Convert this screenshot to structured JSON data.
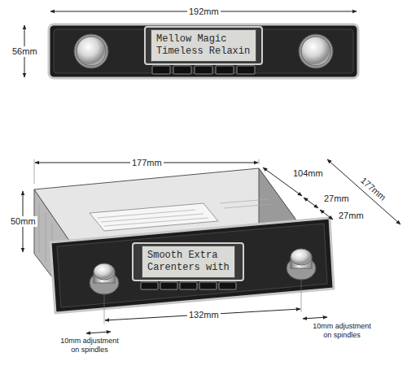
{
  "diagram": {
    "nodes": [
      {
        "text": [
          "Mellow Magic",
          "Timeless Relaxin"
        ]
      },
      {
        "text": [
          "Smooth Extra",
          "Carenters with"
        ]
      }
    ],
    "labels": [
      "192mm",
      "56mm",
      "177mm",
      "104mm",
      "177mm",
      "27mm",
      "27mm",
      "50mm",
      "132mm",
      "10mm adjustment on spindles",
      "10mm adjustment on spindles"
    ]
  }
}
